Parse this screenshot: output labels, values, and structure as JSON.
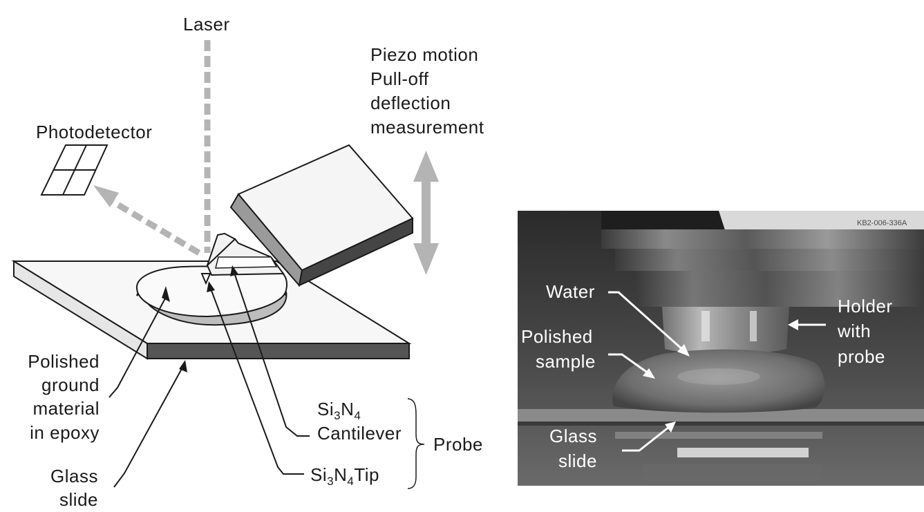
{
  "diagram": {
    "labels": {
      "laser": "Laser",
      "piezo": [
        "Piezo motion",
        "Pull-off",
        "deflection",
        "measurement"
      ],
      "photodetector": "Photodetector",
      "polished_ground": [
        "Polished",
        "ground",
        "material",
        "in epoxy"
      ],
      "glass_slide": [
        "Glass",
        "slide"
      ],
      "cantilever_formula": {
        "si": "Si",
        "s1": "3",
        "n": "N",
        "s2": "4"
      },
      "cantilever": "Cantilever",
      "tip_formula": {
        "si": "Si",
        "s1": "3",
        "n": "N",
        "s2": "4",
        "rest": "Tip"
      },
      "probe": "Probe"
    }
  },
  "photo": {
    "labels": {
      "water": "Water",
      "holder": [
        "Holder",
        "with",
        "probe"
      ],
      "polished_sample": [
        "Polished",
        "sample"
      ],
      "glass_slide": [
        "Glass",
        "slide"
      ],
      "part_number": "KB2-006-336A"
    }
  },
  "colors": {
    "ink": "#1a1a1a",
    "arrow_gray": "#b4b4b4",
    "slab_top": "#f7f7f7",
    "slab_side": "#555555",
    "epoxy_rim": "#bdbdbd"
  }
}
